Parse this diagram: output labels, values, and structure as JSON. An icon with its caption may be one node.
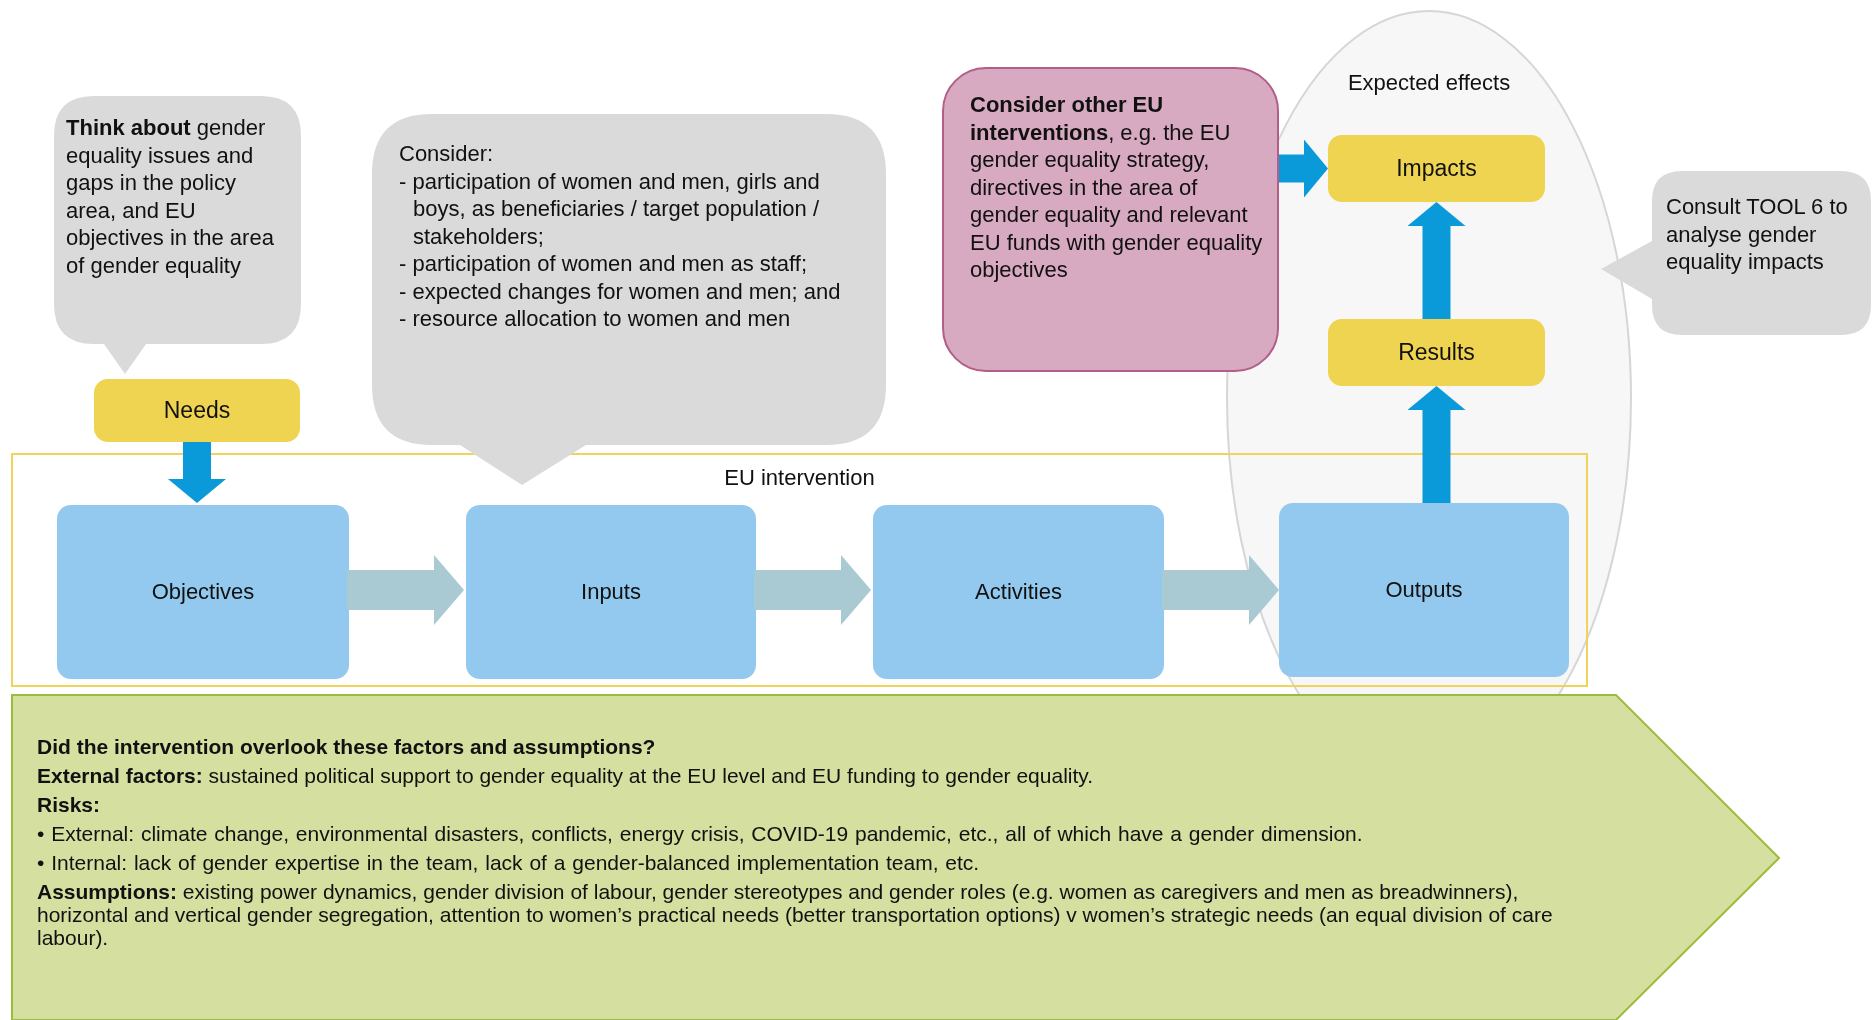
{
  "diagram": {
    "nodes": [
      {
        "text": [
          "**Think about** gender equality issues and gaps in the policy area, and EU objectives in the area of gender equality"
        ]
      },
      {
        "text": [
          "Needs"
        ]
      },
      {
        "text": [
          "Consider:",
          "- participation of women and men, girls and boys, as beneficiaries / target population / stakeholders;",
          "- participation of women and men as staff;",
          "- expected changes for women and men; and",
          "- resource allocation to women and men"
        ]
      },
      {
        "text": [
          "**Consider other EU interventions**, e.g. the EU gender equality strategy, directives in the area of gender equality and relevant EU funds with gender equality objectives"
        ]
      },
      {
        "text": [
          "Expected effects"
        ]
      },
      {
        "text": [
          "Impacts"
        ],
        "in": 4
      },
      {
        "text": [
          "Results"
        ],
        "in": 4
      },
      {
        "text": [
          "Consult TOOL 6 to analyse gender equality impacts"
        ]
      },
      {
        "text": [
          "EU intervention"
        ]
      },
      {
        "text": [
          "Objectives"
        ],
        "in": 8
      },
      {
        "text": [
          "Inputs"
        ],
        "in": 8
      },
      {
        "text": [
          "Activities"
        ],
        "in": 8
      },
      {
        "text": [
          "Outputs"
        ]
      },
      {
        "text": [
          "Did the intervention overlook these factors and assumptions?",
          "**External factors:** sustained political support to gender equality at the EU level and EU funding to gender equality.",
          "Risks:",
          "• External: climate change, environmental disasters, conflicts, energy crisis, COVID-19 pandemic, etc., all of which have a gender dimension.",
          "• Internal: lack of gender expertise in the team, lack of a gender-balanced implementation team, etc.",
          "**Assumptions:**  existing power dynamics, gender division of labour, gender stereotypes and gender roles (e.g. women as caregivers and men as breadwinners), horizontal and vertical gender segregation, attention to women’s practical needs (better transportation options) v women’s strategic needs (an equal division of care labour)."
        ]
      }
    ],
    "edges": [
      {
        "from": 1,
        "to": 9,
        "arrow": "to"
      },
      {
        "from": 9,
        "to": 10,
        "arrow": "to",
        "color": "#a9cad3"
      },
      {
        "from": 10,
        "to": 11,
        "arrow": "to",
        "color": "#a9cad3"
      },
      {
        "from": 11,
        "to": 12,
        "arrow": "to",
        "color": "#a9cad3"
      },
      {
        "from": 12,
        "to": 6,
        "arrow": "to"
      },
      {
        "from": 6,
        "to": 5,
        "arrow": "to"
      },
      {
        "from": 3,
        "to": 5,
        "arrow": "to"
      }
    ]
  }
}
